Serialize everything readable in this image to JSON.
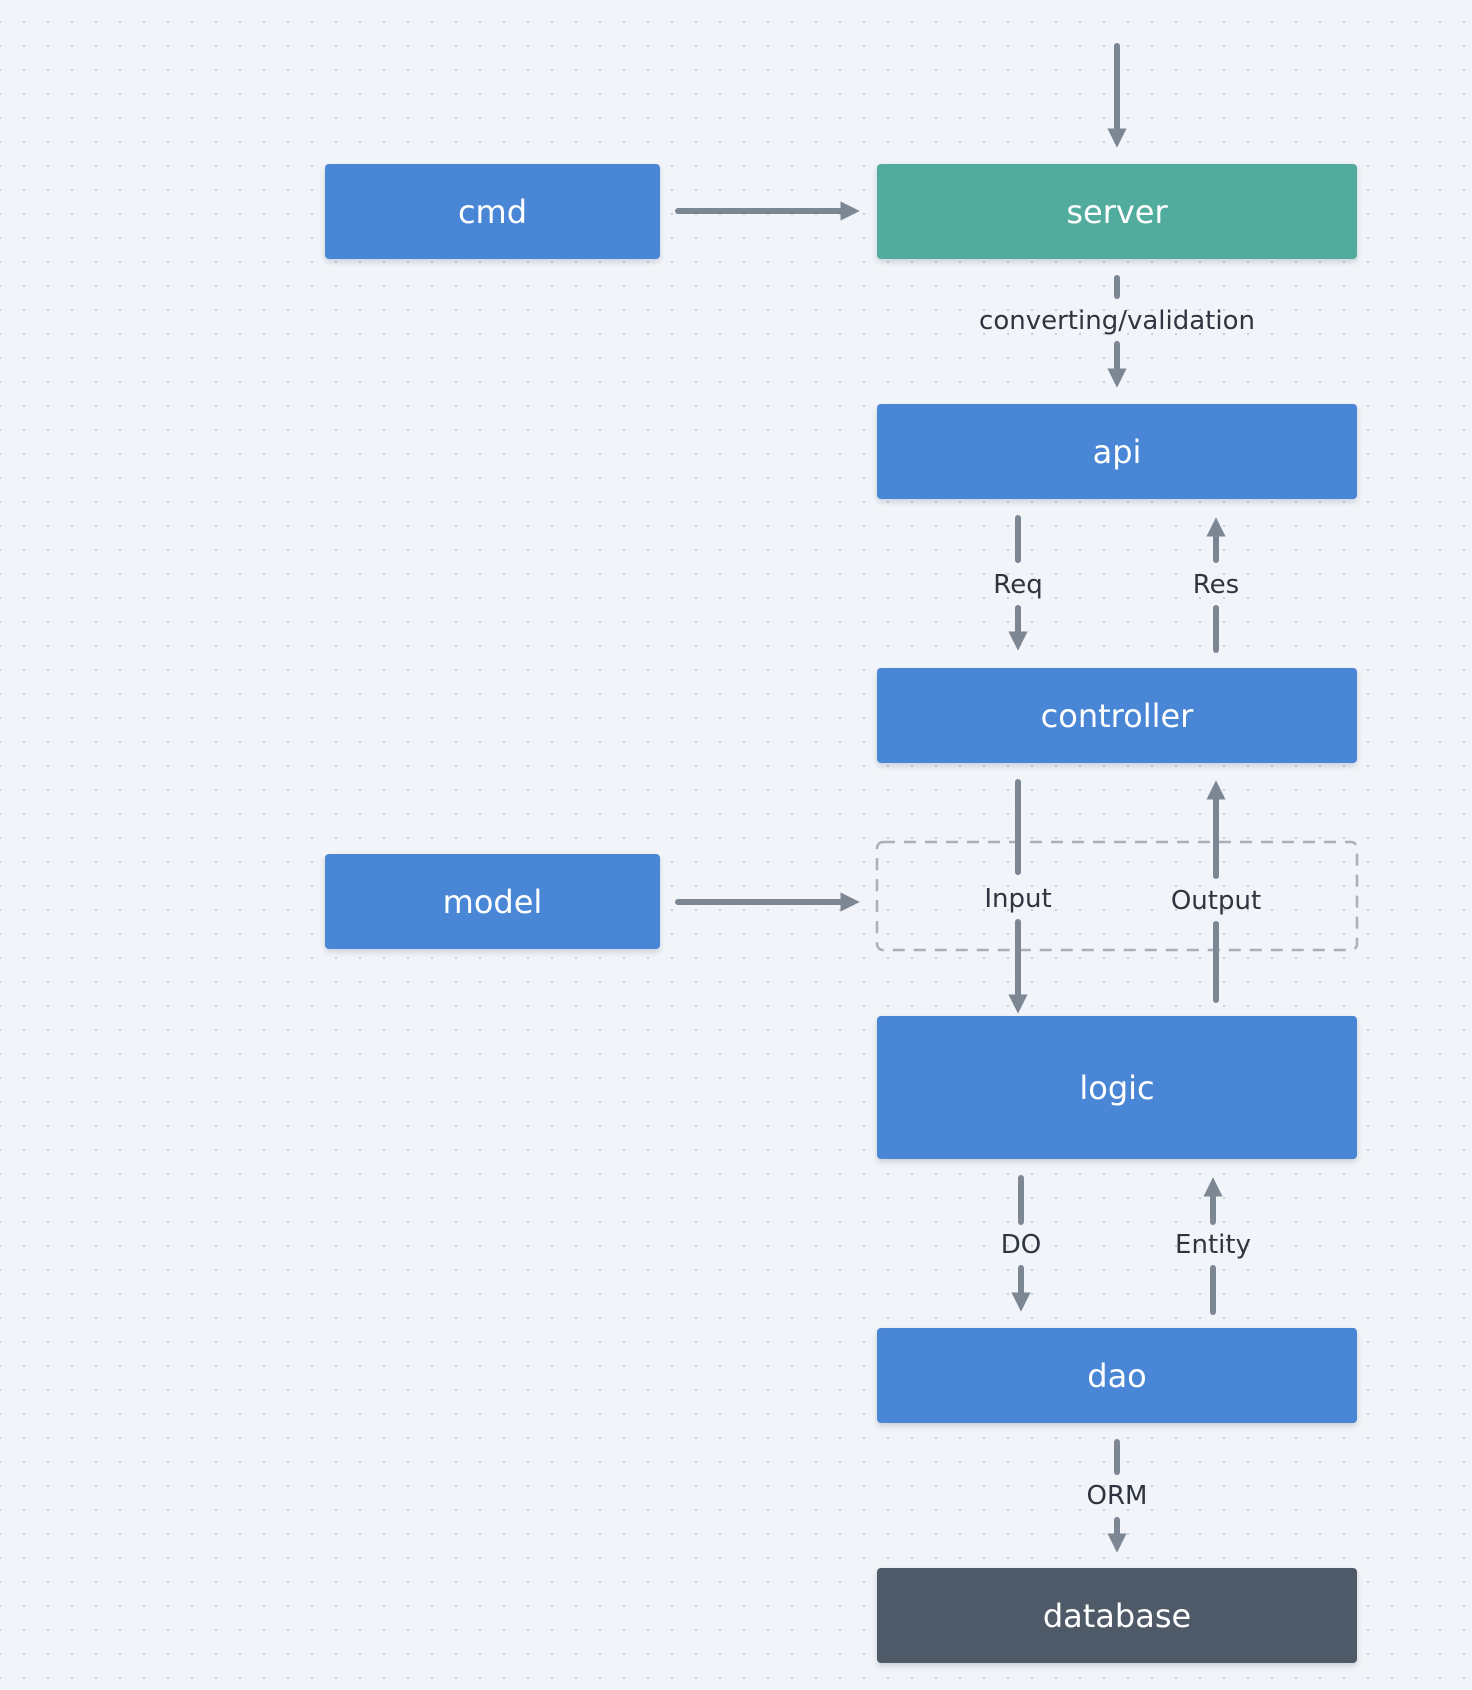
{
  "colors": {
    "primary": "#4a86d6",
    "server": "#52ac9d",
    "database": "#4e5a68",
    "arrow": "#7d8794",
    "group_border": "#a9b0ba"
  },
  "nodes": {
    "cmd": "cmd",
    "server": "server",
    "api": "api",
    "controller": "controller",
    "model": "model",
    "logic": "logic",
    "dao": "dao",
    "database": "database"
  },
  "edges": {
    "server_to_api": "converting/validation",
    "req": "Req",
    "res": "Res",
    "input": "Input",
    "output": "Output",
    "do": "DO",
    "entity": "Entity",
    "orm": "ORM"
  }
}
